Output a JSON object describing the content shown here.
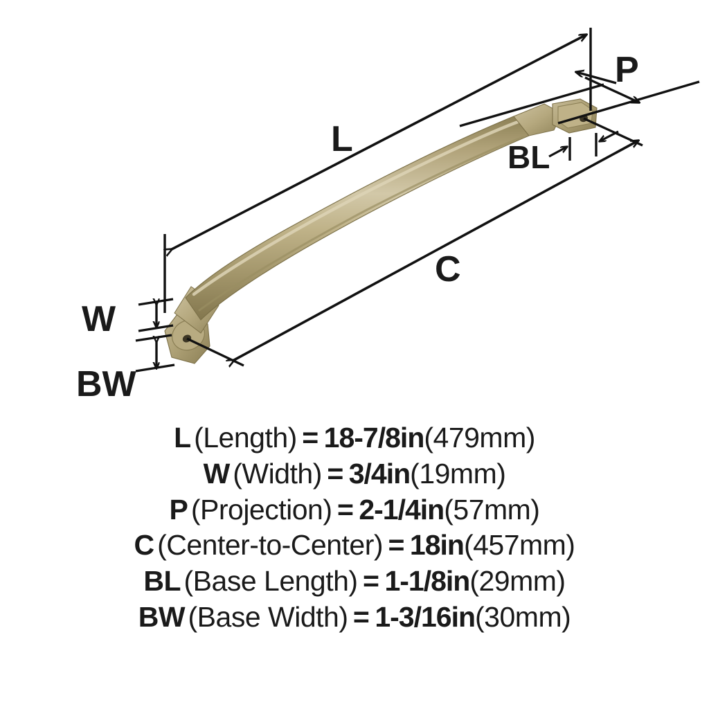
{
  "diagram": {
    "title": "Cabinet pull handle dimension diagram",
    "product_color": "#b3a57c",
    "product_color_dark": "#8e8257",
    "product_color_light": "#cfc5a4",
    "line_color": "#111111",
    "callouts": [
      {
        "id": "L",
        "label": "L",
        "name": "length-callout"
      },
      {
        "id": "W",
        "label": "W",
        "name": "width-callout"
      },
      {
        "id": "P",
        "label": "P",
        "name": "projection-callout"
      },
      {
        "id": "C",
        "label": "C",
        "name": "center-to-center-callout"
      },
      {
        "id": "BL",
        "label": "BL",
        "name": "base-length-callout"
      },
      {
        "id": "BW",
        "label": "BW",
        "name": "base-width-callout"
      }
    ]
  },
  "legend": {
    "rows": [
      {
        "code": "L",
        "name": "(Length)",
        "eq": "=",
        "imperial": "18-7/8in",
        "metric": "(479mm)"
      },
      {
        "code": "W",
        "name": "(Width)",
        "eq": "=",
        "imperial": "3/4in",
        "metric": "(19mm)"
      },
      {
        "code": "P",
        "name": "(Projection)",
        "eq": "=",
        "imperial": "2-1/4in",
        "metric": "(57mm)"
      },
      {
        "code": "C",
        "name": "(Center-to-Center)",
        "eq": "=",
        "imperial": "18in",
        "metric": "(457mm)"
      },
      {
        "code": "BL",
        "name": "(Base Length)",
        "eq": "=",
        "imperial": "1-1/8in",
        "metric": "(29mm)"
      },
      {
        "code": "BW",
        "name": "(Base Width)",
        "eq": "=",
        "imperial": "1-3/16in",
        "metric": "(30mm)"
      }
    ]
  }
}
